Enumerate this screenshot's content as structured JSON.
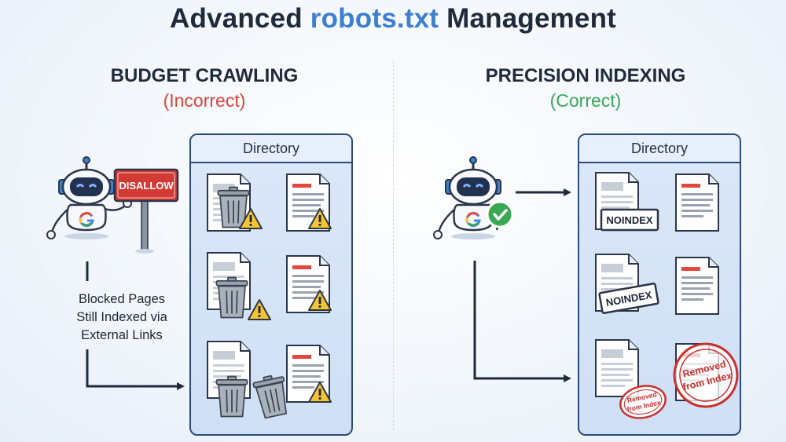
{
  "title": {
    "prefix": "Advanced ",
    "accent": "robots.txt",
    "suffix": " Management"
  },
  "left": {
    "heading": "BUDGET CRAWLING",
    "subheading": "(Incorrect)",
    "sign": "DISALLOW",
    "directory": "Directory",
    "note_lines": [
      "Blocked Pages",
      "Still Indexed via",
      "External Links"
    ]
  },
  "right": {
    "heading": "PRECISION INDEXING",
    "subheading": "(Correct)",
    "directory": "Directory",
    "tag1": "NOINDEX",
    "tag2": "NOINDEX",
    "stamp_small": [
      "Removed",
      "from Index"
    ],
    "stamp_big": [
      "Removed",
      "from Index"
    ]
  },
  "icons": {
    "robot": "robot-icon",
    "trash": "trash-can-icon",
    "warning": "warning-triangle-icon",
    "check": "check-circle-icon",
    "google": "google-g-icon",
    "document": "document-icon"
  },
  "colors": {
    "accent_blue": "#3d7fd0",
    "incorrect_red": "#d9443c",
    "correct_green": "#3aa65a",
    "navy": "#2c4a78",
    "warning_yellow": "#f5c431",
    "stamp_red": "#c9302c"
  }
}
